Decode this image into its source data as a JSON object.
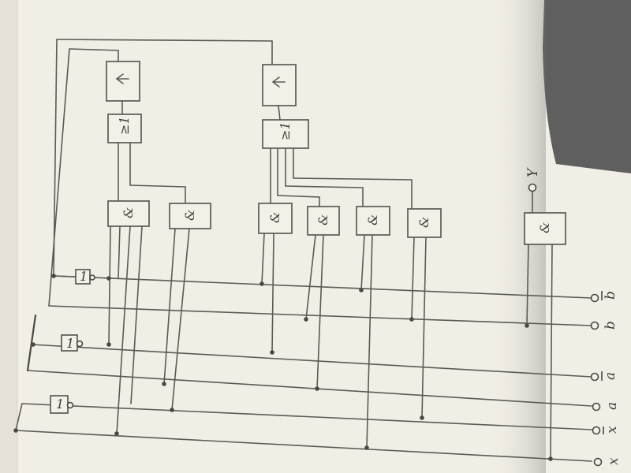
{
  "inputs": [
    {
      "id": "x_inv",
      "text": "x"
    },
    {
      "id": "x",
      "text": "x"
    },
    {
      "id": "a",
      "text": "a"
    },
    {
      "id": "a_inv",
      "text": "a"
    },
    {
      "id": "b",
      "text": "b"
    },
    {
      "id": "b_inv",
      "text": "b"
    }
  ],
  "output": {
    "text": "Y"
  },
  "gates": {
    "and_symbol": "&",
    "or_symbol": "≥1",
    "not_symbol": "1"
  },
  "colors": {
    "paper": "#f3f0e7",
    "ink": "#4a4843",
    "shadow": "#5e5e5e",
    "backdrop": "#d8d3c7"
  }
}
